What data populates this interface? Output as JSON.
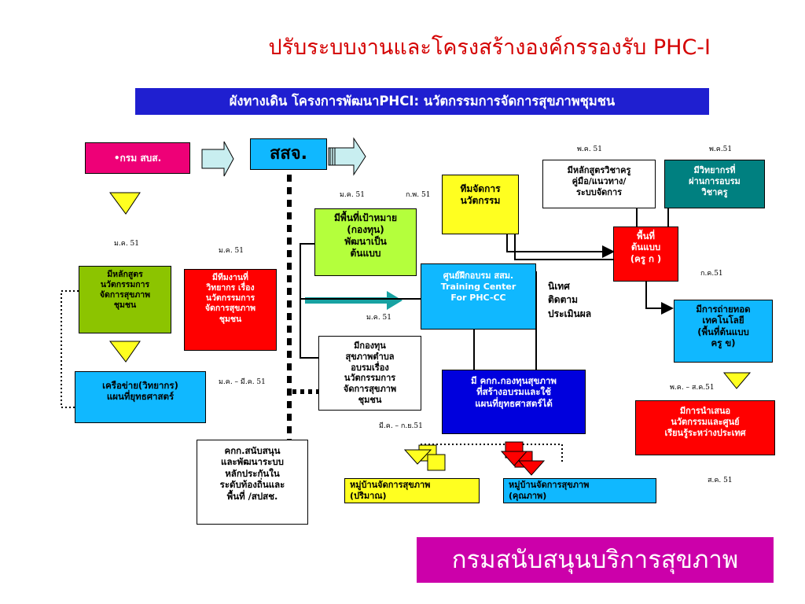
{
  "title": "ปรับระบบงานและโครงสร้างองค์กรรองรับ PHC-I",
  "subtitle": "ผังทางเดิน โครงการพัฒนาPHCI: นวัตกรรมการจัดการสุขภาพชุมชน",
  "footer": "กรมสนับสนุนบริการสุขภาพ",
  "colors": {
    "title": "#d40000",
    "subtitle_bg": "#1f1fd0",
    "footer_bg": "#cc00aa",
    "pink": "#ee0077",
    "cyan": "#10b8ff",
    "red": "#ff0000",
    "olive": "#8cc400",
    "lime": "#b4ff3c",
    "yellow": "#ffff20",
    "teal": "#008080",
    "blue": "#0000dd",
    "arrow_teal": "#17a2a2",
    "pale_arrow": "#c8eef0"
  },
  "boxes": {
    "krom": "•กรม สบส.",
    "sorsorjor": "สสจ.",
    "curriculum_left": "มีหลักสูตร\nนวัตกรรมการ\nจัดการสุขภาพ\nชุมชน",
    "work_team": "มีทีมงานที่\nวิทยากร เรื่อง\nนวัตกรรมการ\nจัดการสุขภาพ\nชุมชน",
    "network": "เครือข่าย(วิทยากร)\nแผนที่ยุทธศาสตร์",
    "kakak_support": "คกก.สนับสนุน\nและพัฒนาระบบ\nหลักประกันใน\nระดับท้องถิ่นและ\nพื้นที่ /สปสช.",
    "target_area": "มีพื้นที่เป้าหมาย\n(กองทุน)\nพัฒนาเป็น\nต้นแบบ",
    "innovation_team": "ทีมจัดการ\nนวัตกรรม",
    "training_center": "ศูนย์ฝึกอบรม สสม.\nTraining Center\nFor PHC-CC",
    "fund_training": "มีกองทุน\nสุขภาพตำบล\nอบรมเรื่อง\nนวัตกรรมการ\nจัดการสุขภาพ\nชุมชน",
    "kakak_fund": "มี คกก.กองทุนสุขภาพ\nที่สร้างอบรมและใช้\nแผนที่ยุทธศาสตร์ได้",
    "village_quantity": "หมู่บ้านจัดการสุขภาพ\n(ปริมาณ)",
    "village_quality": "หมู่บ้านจัดการสุขภาพ\n(คุณภาพ)",
    "trainer_curriculum": "มีหลักสูตรวิชาครู\nคู่มือ/แนวทาง/\nระบบจัดการ",
    "trained_trainer": "มีวิทยากรที่\nผ่านการอบรม\nวิชาครู",
    "model_area": "พื้นที่\nต้นแบบ\n(ครู ก )",
    "tech_transfer": "มีการถ่ายทอด\nเทคโนโลยี\n(พื้นที่ต้นแบบ\nครู ข)",
    "present_innovation": "มีการนำเสนอ\nนวัตกรรมและศูนย์\nเรียนรู้ระหว่างประเทศ"
  },
  "monitor_text": "นิเทศ\nติดตาม\nประเมินผล",
  "dates": {
    "d_jan_left": "ม.ค. 51",
    "d_jan_mid": "ม.ค. 51",
    "d_jan_top": "ม.ค. 51",
    "d_feb_top": "ก.พ. 51",
    "d_jan_center": "ม.ค. 51",
    "d_jan_mar": "ม.ค. – มี.ค. 51",
    "d_mar_sep": "มี.ค. – ก.ย.51",
    "d_may_1": "พ.ค. 51",
    "d_may_2": "พ.ค.51",
    "d_jul": "ก.ค.51",
    "d_may_aug": "พ.ค. – ส.ค.51",
    "d_aug": "ส.ค. 51"
  }
}
